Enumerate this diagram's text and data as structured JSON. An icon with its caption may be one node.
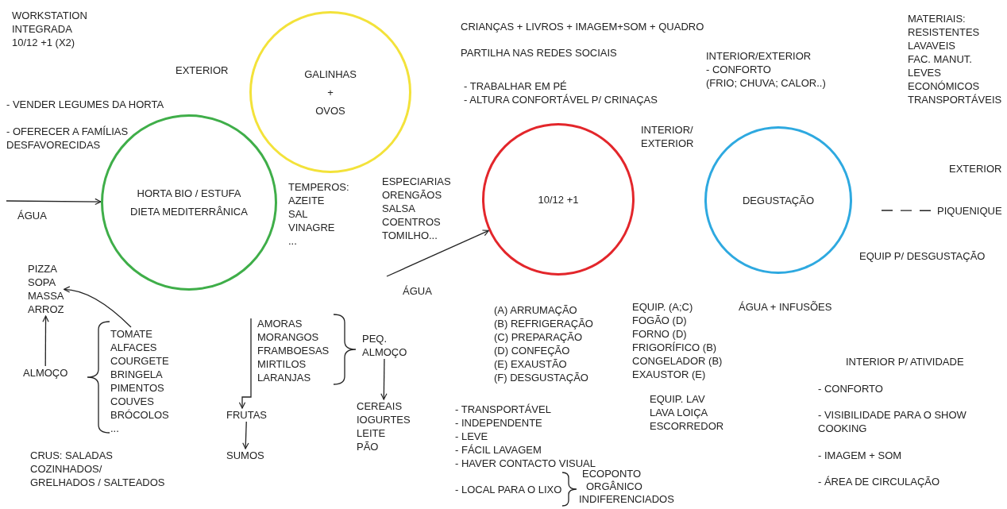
{
  "diagram": {
    "nodes": [
      {
        "text": [
          "GALINHAS",
          "+",
          "OVOS"
        ]
      },
      {
        "text": [
          "HORTA BIO / ESTUFA",
          "DIETA MEDITERRÂNICA"
        ]
      },
      {
        "text": [
          "10/12 +1"
        ]
      },
      {
        "text": [
          "DEGUSTAÇÃO"
        ]
      },
      {
        "text": [
          "PIZZA",
          "SOPA",
          "MASSA",
          "ARROZ"
        ]
      },
      {
        "text": [
          "ALMOÇO"
        ]
      },
      {
        "text": [
          "TOMATE",
          "ALFACES",
          "COURGETE",
          "BRINGELA",
          "PIMENTOS",
          "COUVES",
          "BRÓCOLOS",
          "..."
        ]
      },
      {
        "text": [
          "AMORAS",
          "MORANGOS",
          "FRAMBOESAS",
          "MIRTILOS",
          "LARANJAS"
        ]
      },
      {
        "text": [
          "FRUTAS"
        ]
      },
      {
        "text": [
          "SUMOS"
        ]
      },
      {
        "text": [
          "PEQ.",
          "ALMOÇO"
        ]
      },
      {
        "text": [
          "CEREAIS",
          "IOGURTES",
          "LEITE",
          "PÃO"
        ]
      },
      {
        "text": [
          "PIQUENIQUE"
        ]
      }
    ],
    "edges": [
      {
        "from": null,
        "to": 1,
        "arrow": "to",
        "label": "ÁGUA"
      },
      {
        "from": 6,
        "to": 4,
        "arrow": "to"
      },
      {
        "from": 5,
        "to": 4,
        "arrow": "to"
      },
      {
        "from": 7,
        "to": 8,
        "arrow": "to"
      },
      {
        "from": 8,
        "to": 9,
        "arrow": "to"
      },
      {
        "from": 10,
        "to": 11,
        "arrow": "to"
      },
      {
        "from": null,
        "to": 2,
        "arrow": "to",
        "label": "ÁGUA"
      },
      {
        "from": null,
        "to": 12,
        "arrow": "none",
        "style": "dashed"
      }
    ],
    "labels": [
      "WORKSTATION",
      "INTEGRADA",
      "10/12 +1 (X2)",
      "EXTERIOR",
      "- VENDER LEGUMES DA HORTA",
      "- OFERECER A FAMÍLIAS DESFAVORECIDAS",
      "TEMPEROS:",
      "AZEITE",
      "SAL",
      "VINAGRE",
      "...",
      "ESPECIARIAS",
      "ORENGÃOS",
      "SALSA",
      "COENTROS",
      "TOMILHO...",
      "CRIANÇAS + LIVROS + IMAGEM+SOM + QUADRO",
      "PARTILHA NAS REDES SOCIAIS",
      "- TRABALHAR EM PÉ",
      "- ALTURA CONFORTÁVEL P/ CRINAÇAS",
      "INTERIOR/EXTERIOR",
      "- CONFORTO",
      "(FRIO; CHUVA; CALOR..)",
      "MATERIAIS:",
      "RESISTENTES",
      "LAVAVEIS",
      "FAC. MANUT.",
      "LEVES",
      "ECONÓMICOS",
      "TRANSPORTÁVEIS",
      "INTERIOR/ EXTERIOR",
      "EXTERIOR",
      "EQUIP P/ DESGUSTAÇÃO",
      "CRUS: SALADAS",
      "COZINHADOS/",
      "GRELHADOS / SALTEADOS",
      "(A) ARRUMAÇÃO",
      "(B) REFRIGERAÇÃO",
      "(C) PREPARAÇÃO",
      "(D) CONFEÇÃO",
      "(E) EXAUSTÃO",
      "(F) DESGUSTAÇÃO",
      "EQUIP. (A;C)",
      "FOGÃO (D)",
      "FORNO (D)",
      "FRIGORÍFICO (B)",
      "CONGELADOR (B)",
      "EXAUSTOR (E)",
      "ÁGUA + INFUSÕES",
      "INTERIOR P/ ATIVIDADE",
      "- CONFORTO",
      "- VISIBILIDADE PARA O SHOW COOKING",
      "- IMAGEM + SOM",
      "- ÁREA DE CIRCULAÇÃO",
      "- TRANSPORTÁVEL",
      "- INDEPENDENTE",
      "- LEVE",
      "- FÁCIL LAVAGEM",
      "- HAVER CONTACTO VISUAL",
      "- LOCAL PARA O LIXO",
      "ECOPONTO",
      "ORGÂNICO",
      "INDIFERENCIADOS",
      "EQUIP. LAV",
      "LAVA LOIÇA",
      "ESCORREDOR"
    ]
  }
}
